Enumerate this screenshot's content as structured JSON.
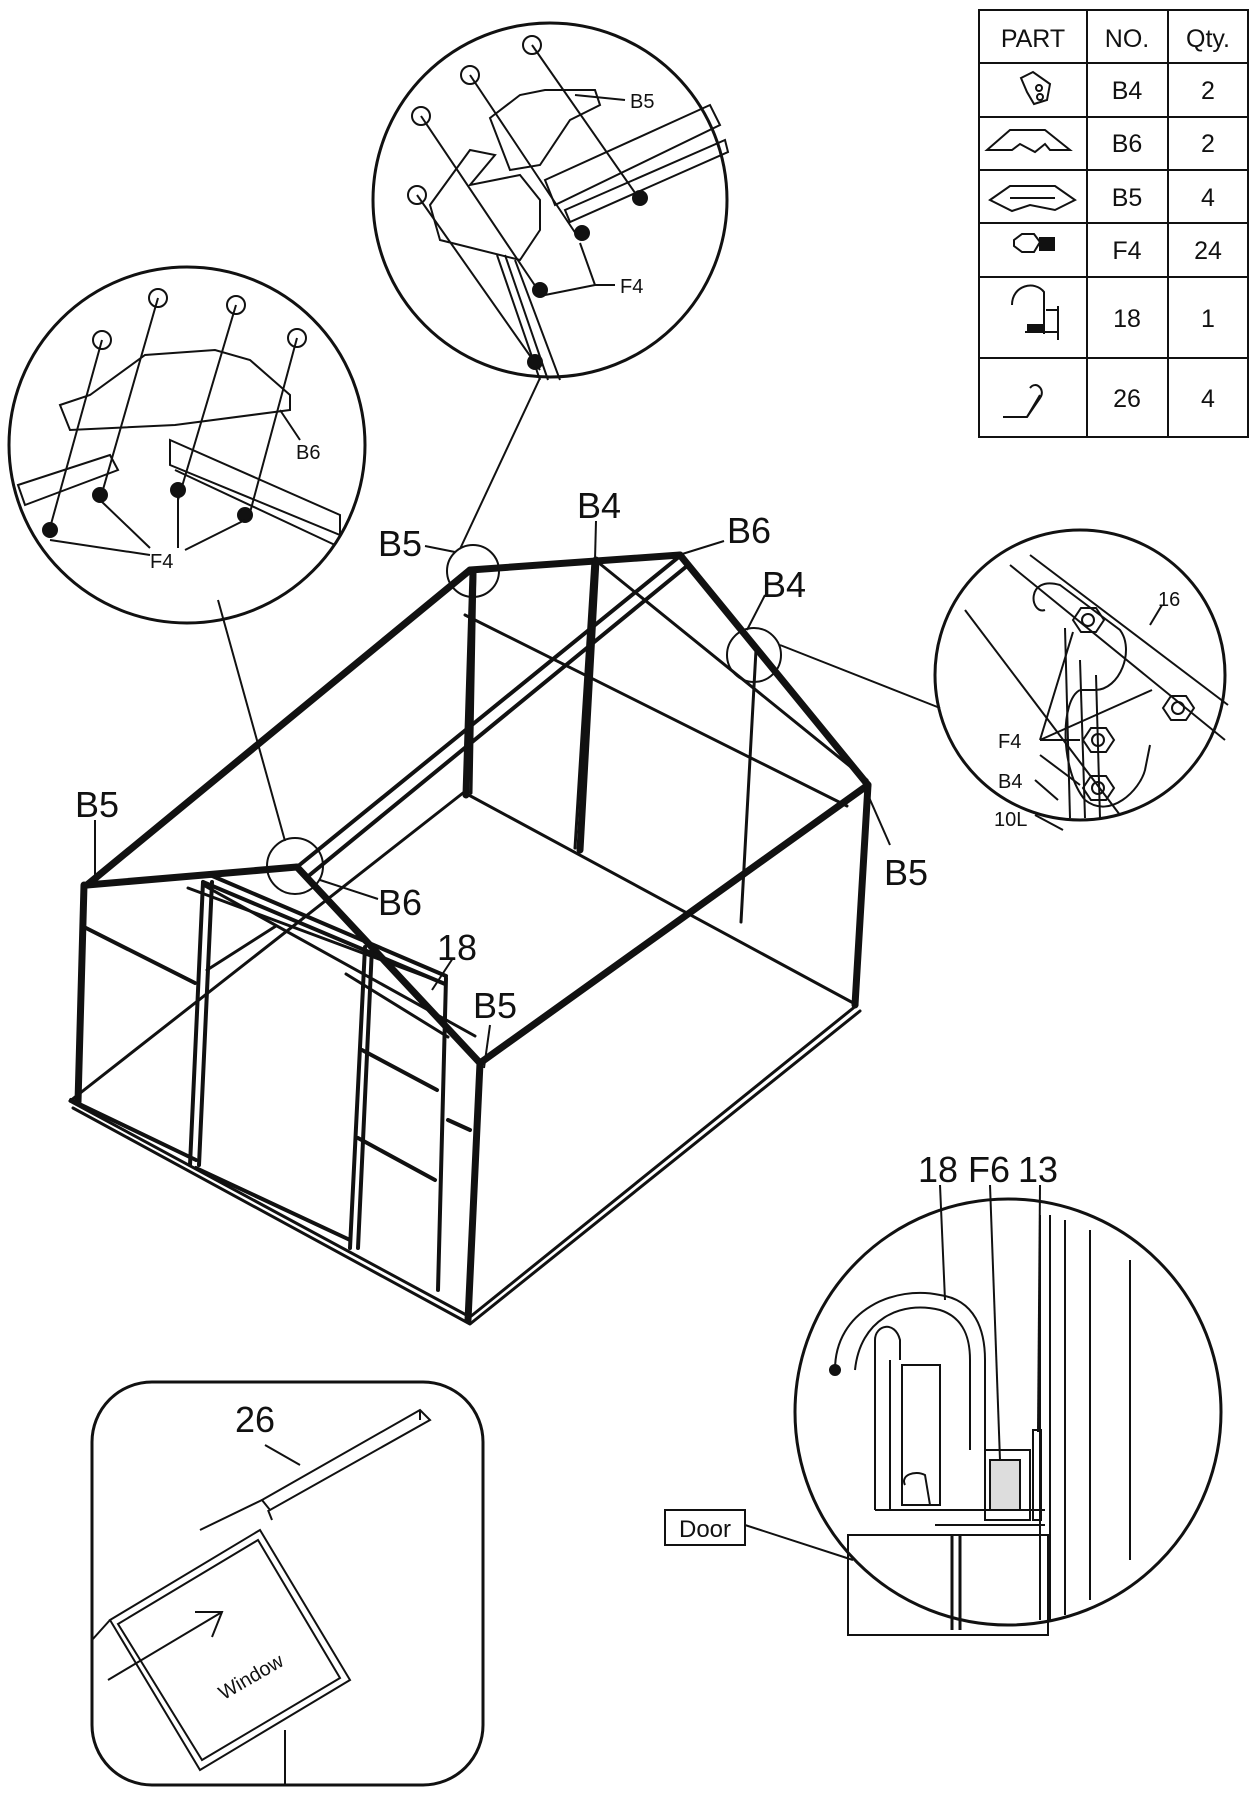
{
  "parts_table": {
    "headers": {
      "part": "PART",
      "no": "NO.",
      "qty": "Qty."
    },
    "rows": [
      {
        "icon": "b4-bracket-icon",
        "no": "B4",
        "qty": "2"
      },
      {
        "icon": "b6-bracket-icon",
        "no": "B6",
        "qty": "2"
      },
      {
        "icon": "b5-bracket-icon",
        "no": "B5",
        "qty": "4"
      },
      {
        "icon": "f4-bolt-icon",
        "no": "F4",
        "qty": "24"
      },
      {
        "icon": "door-hook-icon",
        "no": "18",
        "qty": "1"
      },
      {
        "icon": "window-stay-icon",
        "no": "26",
        "qty": "4"
      }
    ]
  },
  "main_labels": {
    "b5_top": "B5",
    "b4_top": "B4",
    "b6_top": "B6",
    "b4_right": "B4",
    "b5_left": "B5",
    "b5_right": "B5",
    "b6_front": "B6",
    "door_part": "18",
    "b5_front": "B5"
  },
  "detail_top": {
    "b5": "B5",
    "f4": "F4"
  },
  "detail_left": {
    "b6": "B6",
    "f4": "F4"
  },
  "detail_right": {
    "part16": "16",
    "f4": "F4",
    "b4": "B4",
    "part10l": "10L"
  },
  "detail_window": {
    "part26": "26",
    "window": "Window"
  },
  "detail_door": {
    "part18": "18",
    "f6": "F6",
    "part13": "13",
    "door": "Door"
  }
}
